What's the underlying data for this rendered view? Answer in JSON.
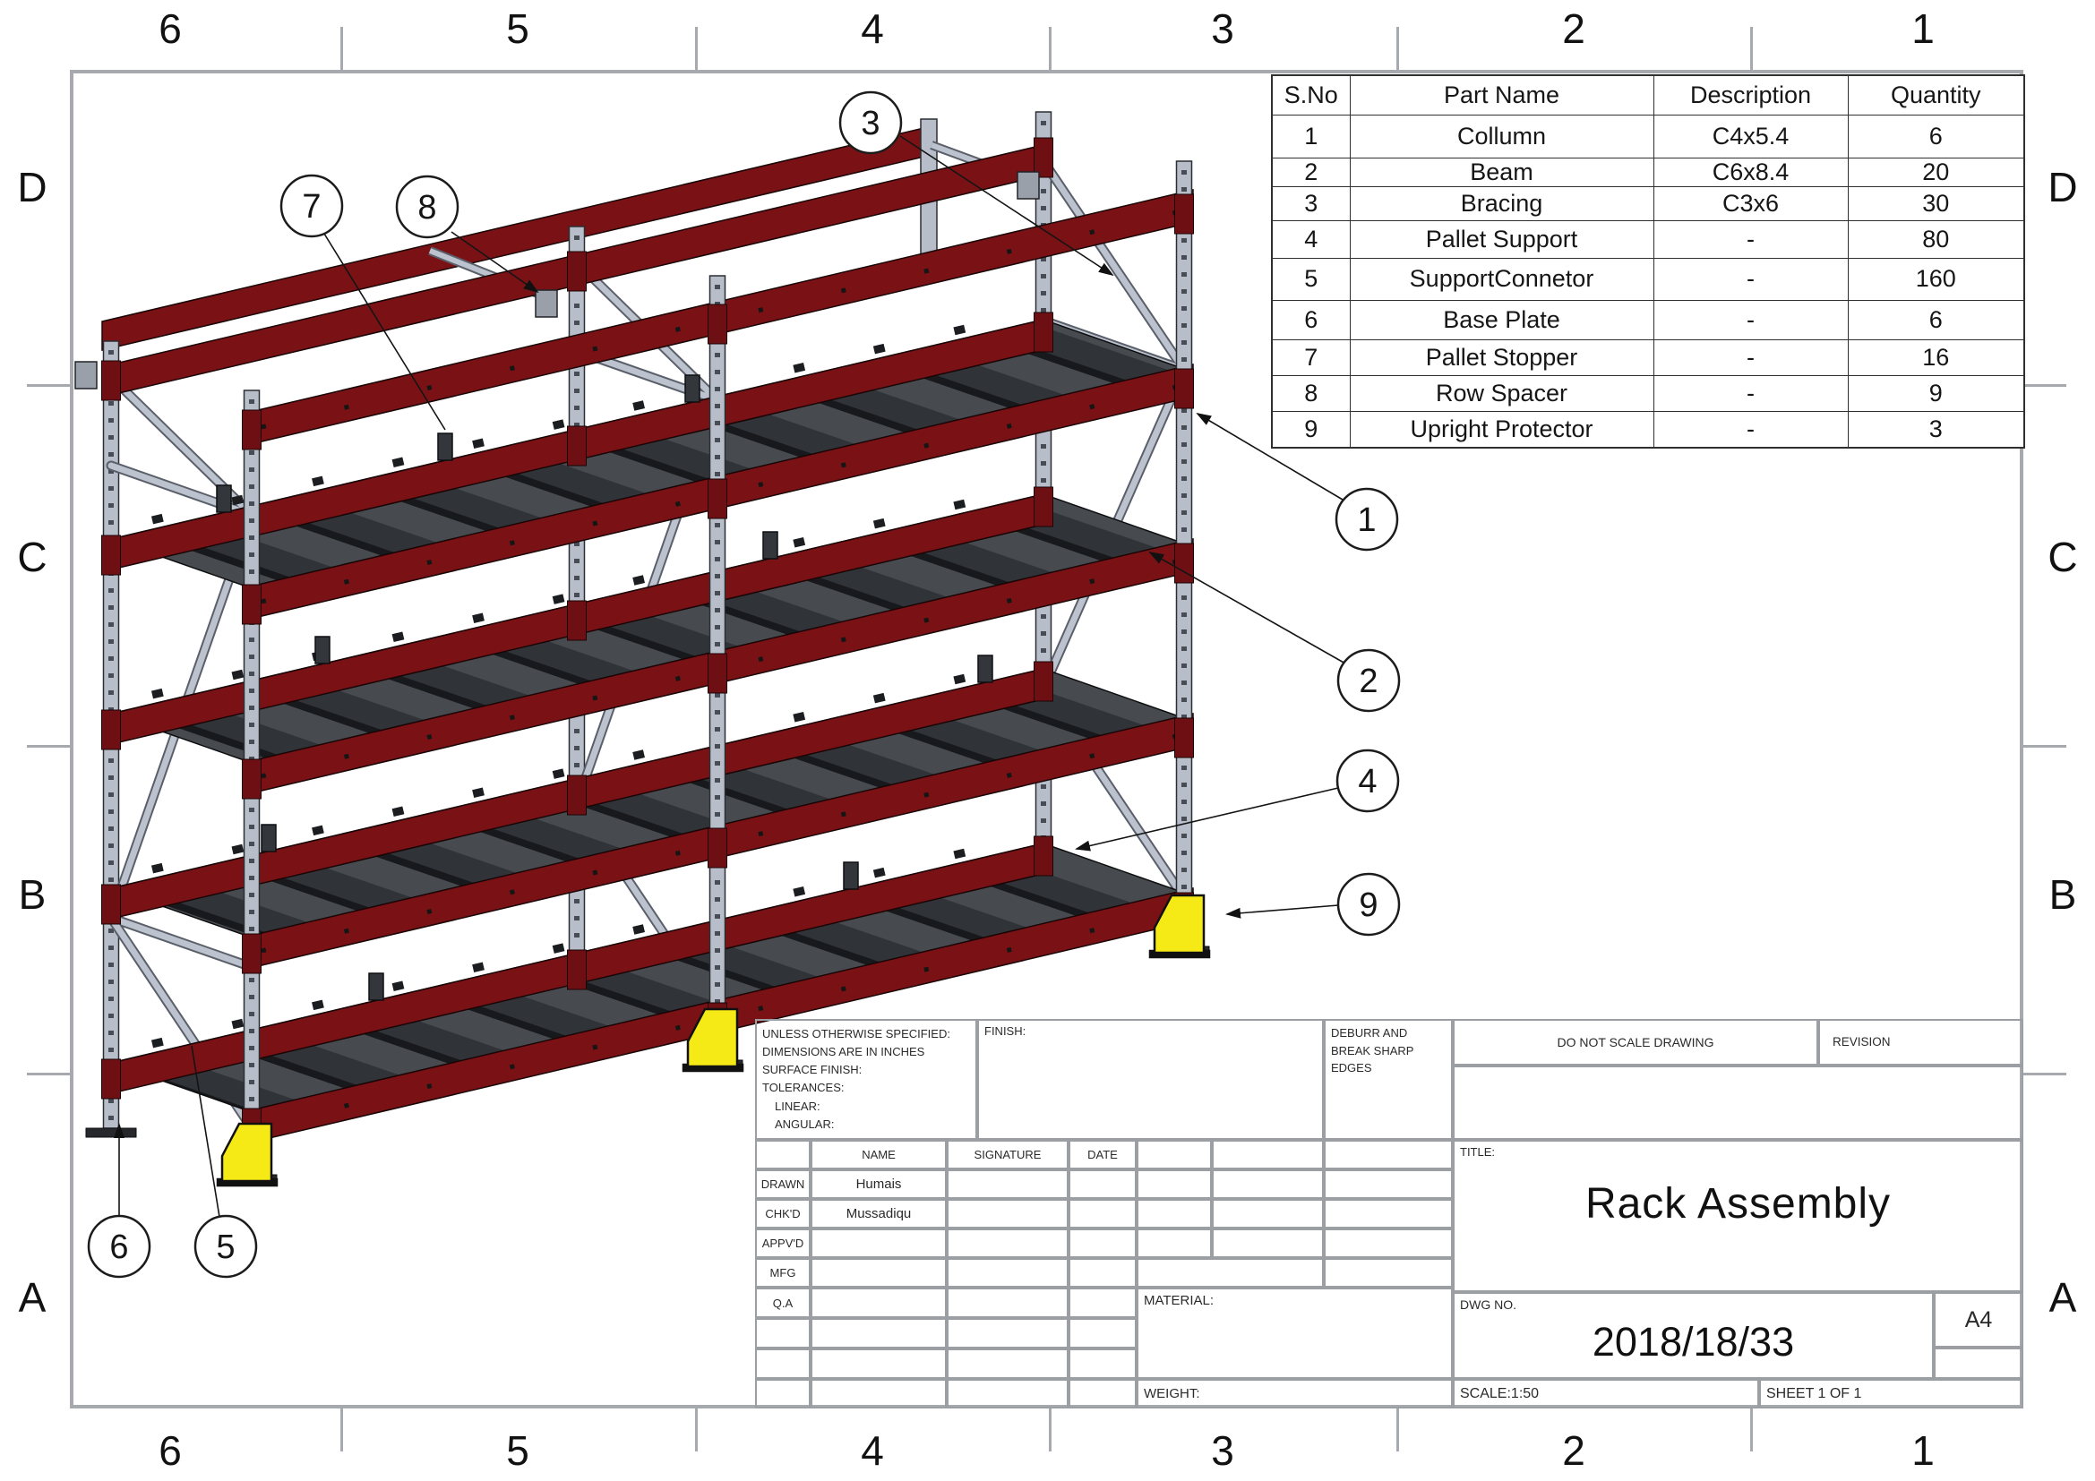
{
  "sheet": {
    "zone_columns": [
      "6",
      "5",
      "4",
      "3",
      "2",
      "1"
    ],
    "zone_rows": [
      "D",
      "C",
      "B",
      "A"
    ]
  },
  "bom": {
    "headers": [
      "S.No",
      "Part Name",
      "Description",
      "Quantity"
    ],
    "rows": [
      {
        "sno": "1",
        "name": "Collumn",
        "desc": "C4x5.4",
        "qty": "6"
      },
      {
        "sno": "2",
        "name": "Beam",
        "desc": "C6x8.4",
        "qty": "20"
      },
      {
        "sno": "3",
        "name": "Bracing",
        "desc": "C3x6",
        "qty": "30"
      },
      {
        "sno": "4",
        "name": "Pallet Support",
        "desc": "-",
        "qty": "80"
      },
      {
        "sno": "5",
        "name": "SupportConnetor",
        "desc": "-",
        "qty": "160"
      },
      {
        "sno": "6",
        "name": "Base Plate",
        "desc": "-",
        "qty": "6"
      },
      {
        "sno": "7",
        "name": "Pallet Stopper",
        "desc": "-",
        "qty": "16"
      },
      {
        "sno": "8",
        "name": "Row Spacer",
        "desc": "-",
        "qty": "9"
      },
      {
        "sno": "9",
        "name": "Upright Protector",
        "desc": "-",
        "qty": "3"
      }
    ]
  },
  "balloons": [
    "1",
    "2",
    "3",
    "4",
    "5",
    "6",
    "7",
    "8",
    "9"
  ],
  "title_block": {
    "notes": [
      "UNLESS OTHERWISE SPECIFIED:",
      "DIMENSIONS ARE IN INCHES",
      "SURFACE FINISH:",
      "TOLERANCES:",
      "LINEAR:",
      "ANGULAR:"
    ],
    "finish_label": "FINISH:",
    "deburr": "DEBURR AND BREAK SHARP EDGES",
    "do_not_scale": "DO NOT SCALE DRAWING",
    "revision_label": "REVISION",
    "name_header": "NAME",
    "signature_header": "SIGNATURE",
    "date_header": "DATE",
    "drawn_label": "DRAWN",
    "drawn_name": "Humais",
    "chkd_label": "CHK'D",
    "chkd_name": "Mussadiqu",
    "appvd_label": "APPV'D",
    "mfg_label": "MFG",
    "qa_label": "Q.A",
    "material_label": "MATERIAL:",
    "weight_label": "WEIGHT:",
    "title_label": "TITLE:",
    "title": "Rack Assembly",
    "dwg_label": "DWG NO.",
    "dwg_no": "2018/18/33",
    "paper_size": "A4",
    "scale": "SCALE:1:50",
    "sheet_label": "SHEET 1 OF 1"
  },
  "colors": {
    "beam": "#7a1215",
    "column": "#b7bdc9",
    "brace": "#bcc3ce",
    "slat": "#3f4347",
    "protector_yellow": "#f6ea16",
    "line_grey": "#a6a9ad"
  }
}
